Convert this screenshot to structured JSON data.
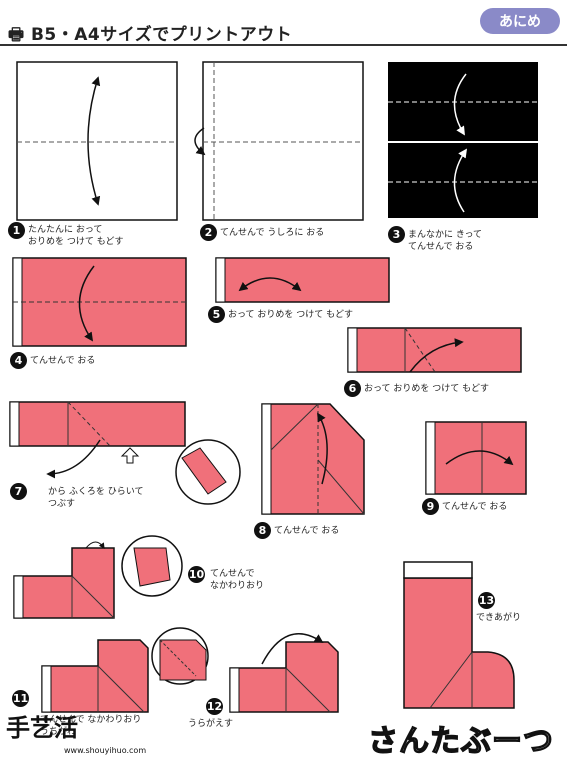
{
  "header": {
    "title": "B5・A4サイズでプリントアウト",
    "badge": "あにめ"
  },
  "steps": [
    {
      "num": "1",
      "text": "たんたんに おって\nおりめを つけて もどす"
    },
    {
      "num": "2",
      "text": "てんせんで うしろに おる"
    },
    {
      "num": "3",
      "text": "まんなかに きって\nてんせんで おる"
    },
    {
      "num": "4",
      "text": "てんせんで おる"
    },
    {
      "num": "5",
      "text": "おって おりめを つけて もどす"
    },
    {
      "num": "6",
      "text": "おって おりめを つけて もどす"
    },
    {
      "num": "7",
      "text": "から ふくろを ひらいて\nつぶす"
    },
    {
      "num": "8",
      "text": "てんせんで おる"
    },
    {
      "num": "9",
      "text": "てんせんで おる"
    },
    {
      "num": "10",
      "text": "てんせんで\nなかわりおり"
    },
    {
      "num": "11",
      "text": "てんせんで なかわりおり\nうちがわ"
    },
    {
      "num": "12",
      "text": "うらがえす"
    },
    {
      "num": "13",
      "text": "できあがり"
    }
  ],
  "finished_title": "さんたぶーつ",
  "watermark": {
    "brand": "手艺活",
    "url": "www.shouyihuo.com"
  },
  "colors": {
    "paper_pink": "#f0707a",
    "sheet_white": "#ffffff",
    "sheet_black": "#000000",
    "ink": "#111111"
  }
}
